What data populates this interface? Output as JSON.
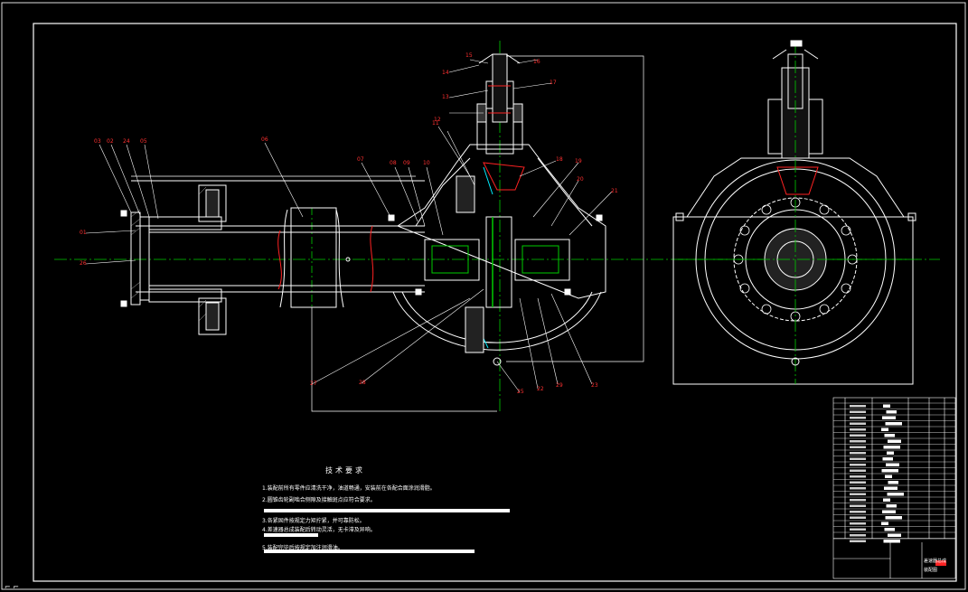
{
  "drawing": {
    "technical_requirements": {
      "title": "技术要求",
      "lines": [
        "1.装配前所有零件应清洗干净，油道畅通，安装前在各配合面涂润滑脂。",
        "2.圆锥齿轮副啮合侧隙及接触斑点应符合要求。",
        "3.各紧固件按规定力矩拧紧，并可靠防松。",
        "4.差速器总成装配后转动灵活，无卡滞及异响。",
        "5.装配完毕后按规定加注润滑油。"
      ]
    },
    "part_numbers_left": [
      "03",
      "02",
      "24",
      "05",
      "01",
      "26",
      "06",
      "07",
      "08",
      "09",
      "10",
      "11",
      "12",
      "13",
      "14",
      "15",
      "16",
      "17",
      "18",
      "19",
      "20",
      "21",
      "22",
      "23",
      "25",
      "27",
      "28",
      "29"
    ],
    "title_block": {
      "name": "差速器总成",
      "code": "装配图"
    },
    "colors": {
      "background": "#000000",
      "outline": "#ffffff",
      "centerline": "#00c800",
      "section": "#ff2020",
      "highlight": "#00e0ff",
      "callout": "#ff3030"
    }
  }
}
